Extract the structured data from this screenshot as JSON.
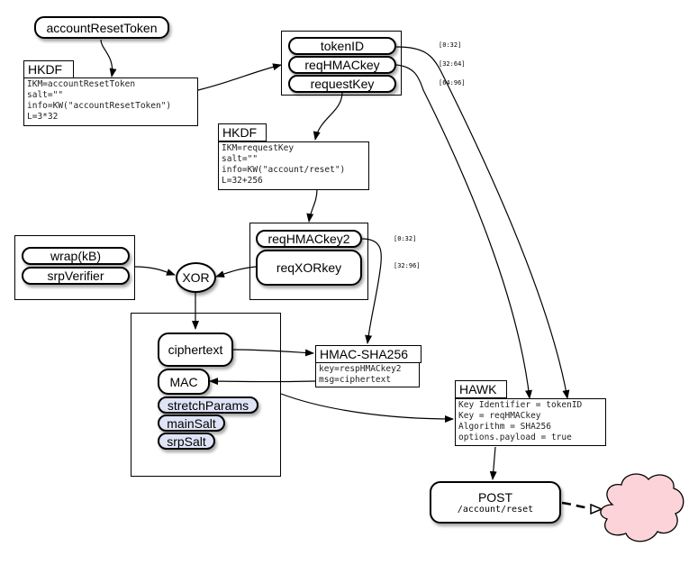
{
  "nodes": {
    "account_reset_token": "accountResetToken",
    "token_id": "tokenID",
    "req_hmac_key": "reqHMACkey",
    "request_key": "requestKey",
    "req_hmac_key2": "reqHMACkey2",
    "req_xor_key": "reqXORkey",
    "wrap_kb": "wrap(kB)",
    "srp_verifier": "srpVerifier",
    "xor": "XOR",
    "ciphertext": "ciphertext",
    "mac": "MAC",
    "stretch_params": "stretchParams",
    "main_salt": "mainSalt",
    "srp_salt": "srpSalt"
  },
  "hkdf1": {
    "title": "HKDF",
    "params": "IKM=accountResetToken\nsalt=\"\"\ninfo=KW(\"accountResetToken\")\nL=3*32"
  },
  "hkdf2": {
    "title": "HKDF",
    "params": "IKM=requestKey\nsalt=\"\"\ninfo=KW(\"account/reset\")\nL=32+256"
  },
  "hmac": {
    "title": "HMAC-SHA256",
    "params": "key=respHMACkey2\nmsg=ciphertext"
  },
  "hawk": {
    "title": "HAWK",
    "params": "Key Identifier = tokenID\nKey = reqHMACkey\nAlgorithm = SHA256\noptions.payload = true"
  },
  "ranges": {
    "token_id": "[0:32]",
    "req_hmac_key": "[32:64]",
    "request_key": "[64:96]",
    "req_hmac_key2": "[0:32]",
    "req_xor_key": "[32:96]"
  },
  "post": {
    "method": "POST",
    "path": "/account/reset"
  },
  "colors": {
    "salt_fill": "#dfe3f6",
    "cloud_fill": "#fbd3d8"
  }
}
